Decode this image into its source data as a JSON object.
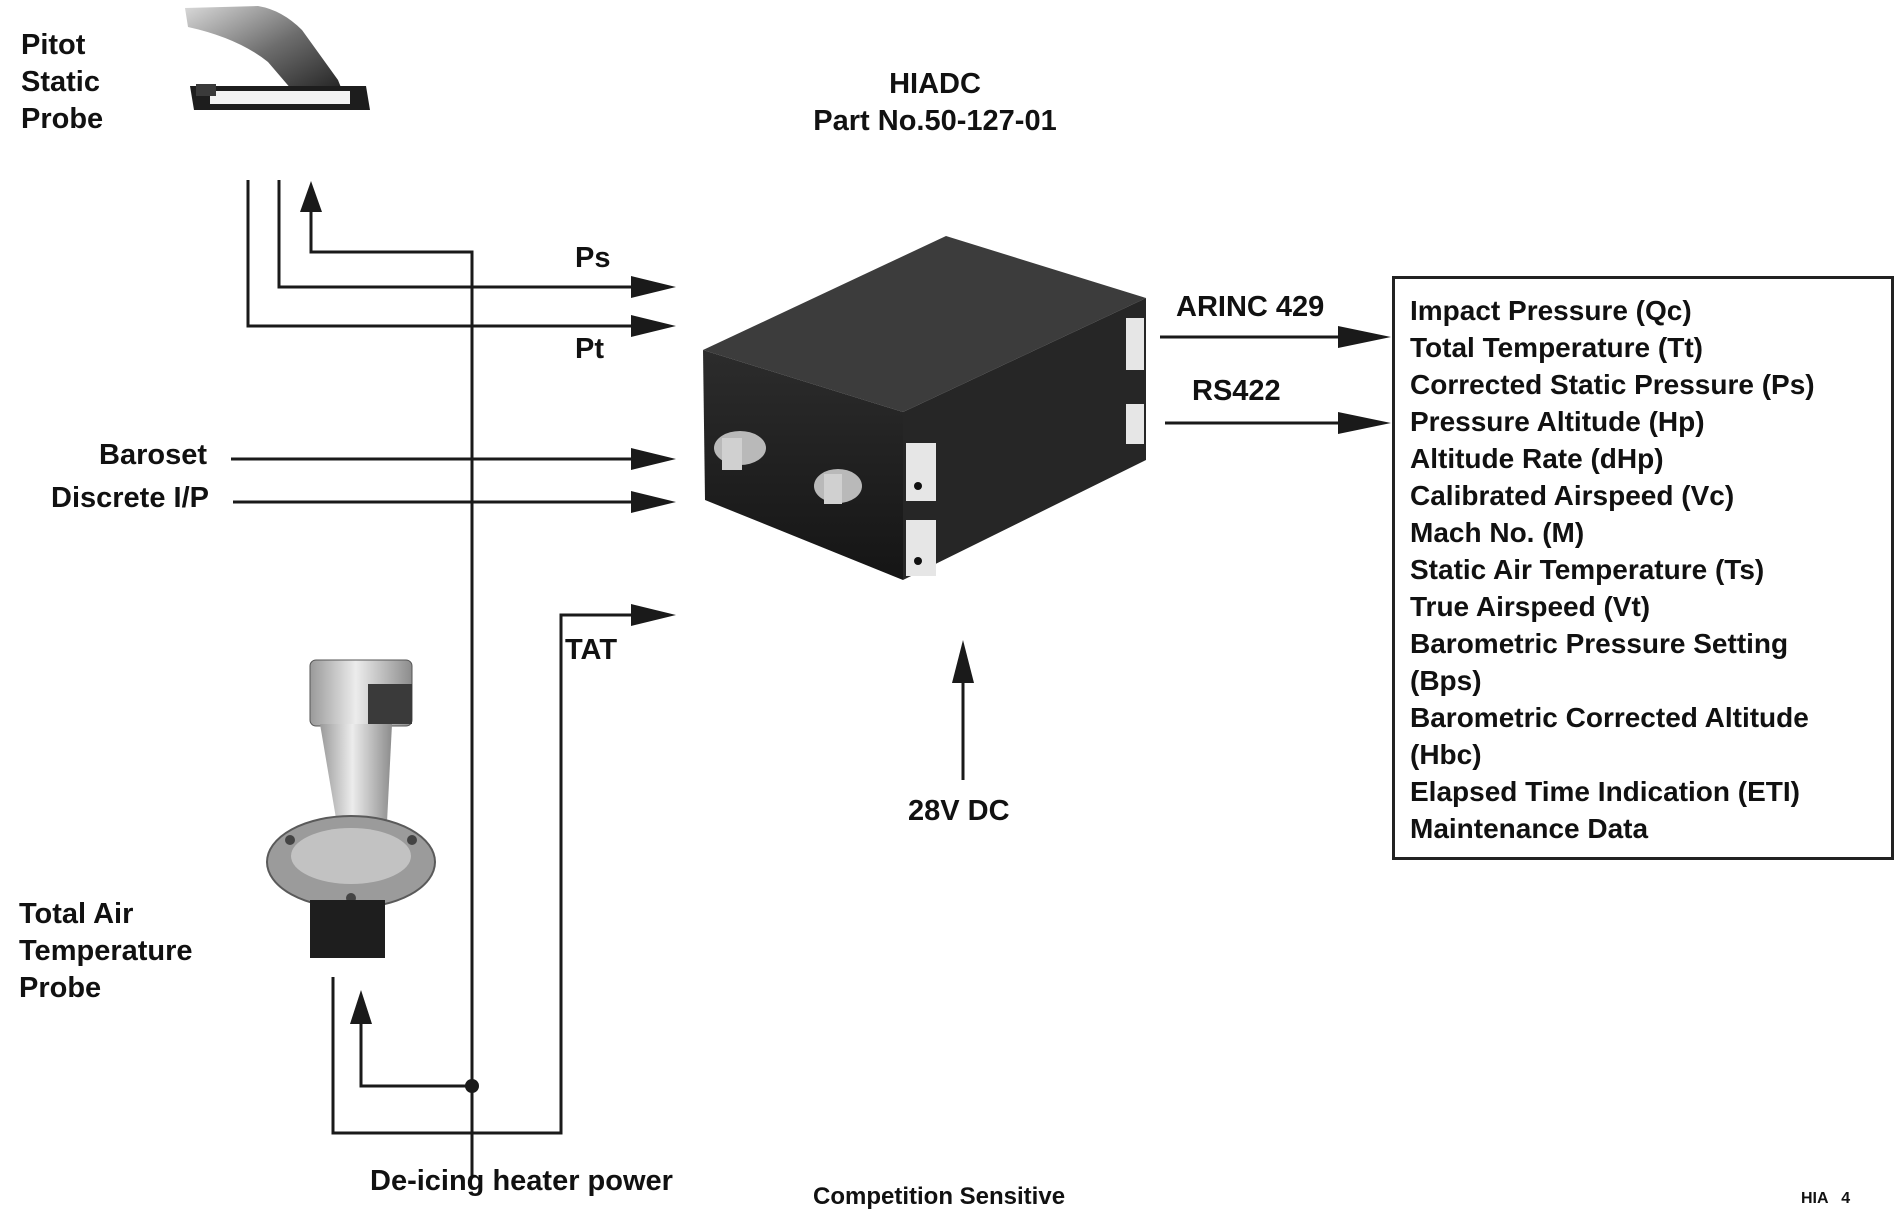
{
  "header": {
    "title": "HIADC",
    "part_number": "Part No.50-127-01"
  },
  "probes": {
    "pitot_static": [
      "Pitot",
      "Static",
      "Probe"
    ],
    "total_air_temperature": [
      "Total Air",
      "Temperature",
      "Probe"
    ]
  },
  "inputs": {
    "ps": "Ps",
    "pt": "Pt",
    "baroset": "Baroset",
    "discrete": "Discrete I/P",
    "tat": "TAT",
    "power": "28V DC",
    "deicing": "De-icing heater power"
  },
  "outputs": {
    "arinc": "ARINC 429",
    "rs422": "RS422"
  },
  "output_parameters": [
    "Impact Pressure (Qc)",
    "Total Temperature (Tt)",
    "Corrected Static Pressure (Ps)",
    "Pressure Altitude (Hp)",
    "Altitude Rate (dHp)",
    "Calibrated Airspeed (Vc)",
    "Mach No. (M)",
    "Static Air Temperature (Ts)",
    "True Airspeed (Vt)",
    "Barometric Pressure Setting",
    "(Bps)",
    "Barometric Corrected Altitude",
    "(Hbc)",
    "Elapsed Time Indication  (ETI)",
    "Maintenance Data"
  ],
  "footer": {
    "classification": "Competition Sensitive",
    "page_tag": "HIA   4"
  }
}
